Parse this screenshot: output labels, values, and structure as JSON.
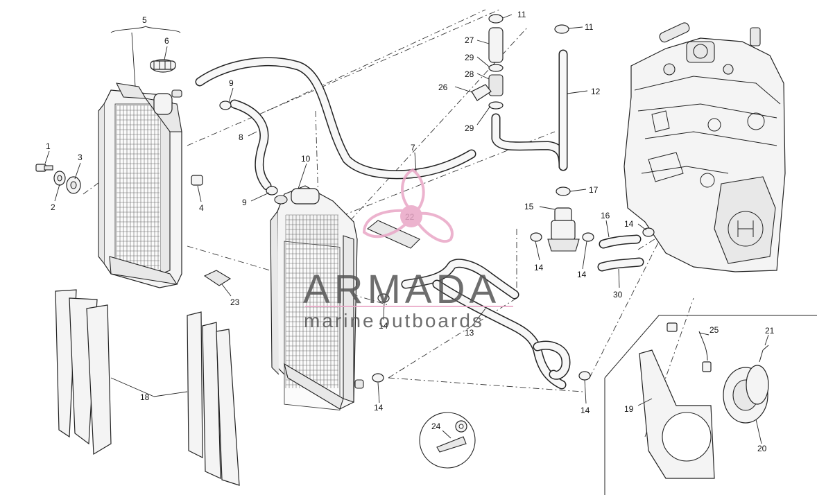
{
  "callouts": [
    {
      "id": "c5",
      "text": "5"
    },
    {
      "id": "c6",
      "text": "6"
    },
    {
      "id": "c9a",
      "text": "9"
    },
    {
      "id": "c8",
      "text": "8"
    },
    {
      "id": "c1",
      "text": "1"
    },
    {
      "id": "c3",
      "text": "3"
    },
    {
      "id": "c2",
      "text": "2"
    },
    {
      "id": "c4",
      "text": "4"
    },
    {
      "id": "c9b",
      "text": "9"
    },
    {
      "id": "c10",
      "text": "10"
    },
    {
      "id": "c7",
      "text": "7"
    },
    {
      "id": "c11a",
      "text": "11"
    },
    {
      "id": "c27",
      "text": "27"
    },
    {
      "id": "c29a",
      "text": "29"
    },
    {
      "id": "c28",
      "text": "28"
    },
    {
      "id": "c26",
      "text": "26"
    },
    {
      "id": "c29b",
      "text": "29"
    },
    {
      "id": "c11b",
      "text": "11"
    },
    {
      "id": "c12",
      "text": "12"
    },
    {
      "id": "c17",
      "text": "17"
    },
    {
      "id": "c15",
      "text": "15"
    },
    {
      "id": "c16",
      "text": "16"
    },
    {
      "id": "c14a",
      "text": "14"
    },
    {
      "id": "c14b",
      "text": "14"
    },
    {
      "id": "c14c",
      "text": "14"
    },
    {
      "id": "c30",
      "text": "30"
    },
    {
      "id": "c22",
      "text": "22"
    },
    {
      "id": "c23",
      "text": "23"
    },
    {
      "id": "c14d",
      "text": "14"
    },
    {
      "id": "c13",
      "text": "13"
    },
    {
      "id": "c14e",
      "text": "14"
    },
    {
      "id": "c14f",
      "text": "14"
    },
    {
      "id": "c18",
      "text": "18"
    },
    {
      "id": "c24",
      "text": "24"
    },
    {
      "id": "c25",
      "text": "25"
    },
    {
      "id": "c21",
      "text": "21"
    },
    {
      "id": "c19",
      "text": "19"
    },
    {
      "id": "c20",
      "text": "20"
    }
  ],
  "watermark": {
    "brand": "ARMADA",
    "tagline": "marine outboards",
    "color": "#e9a6c6"
  }
}
